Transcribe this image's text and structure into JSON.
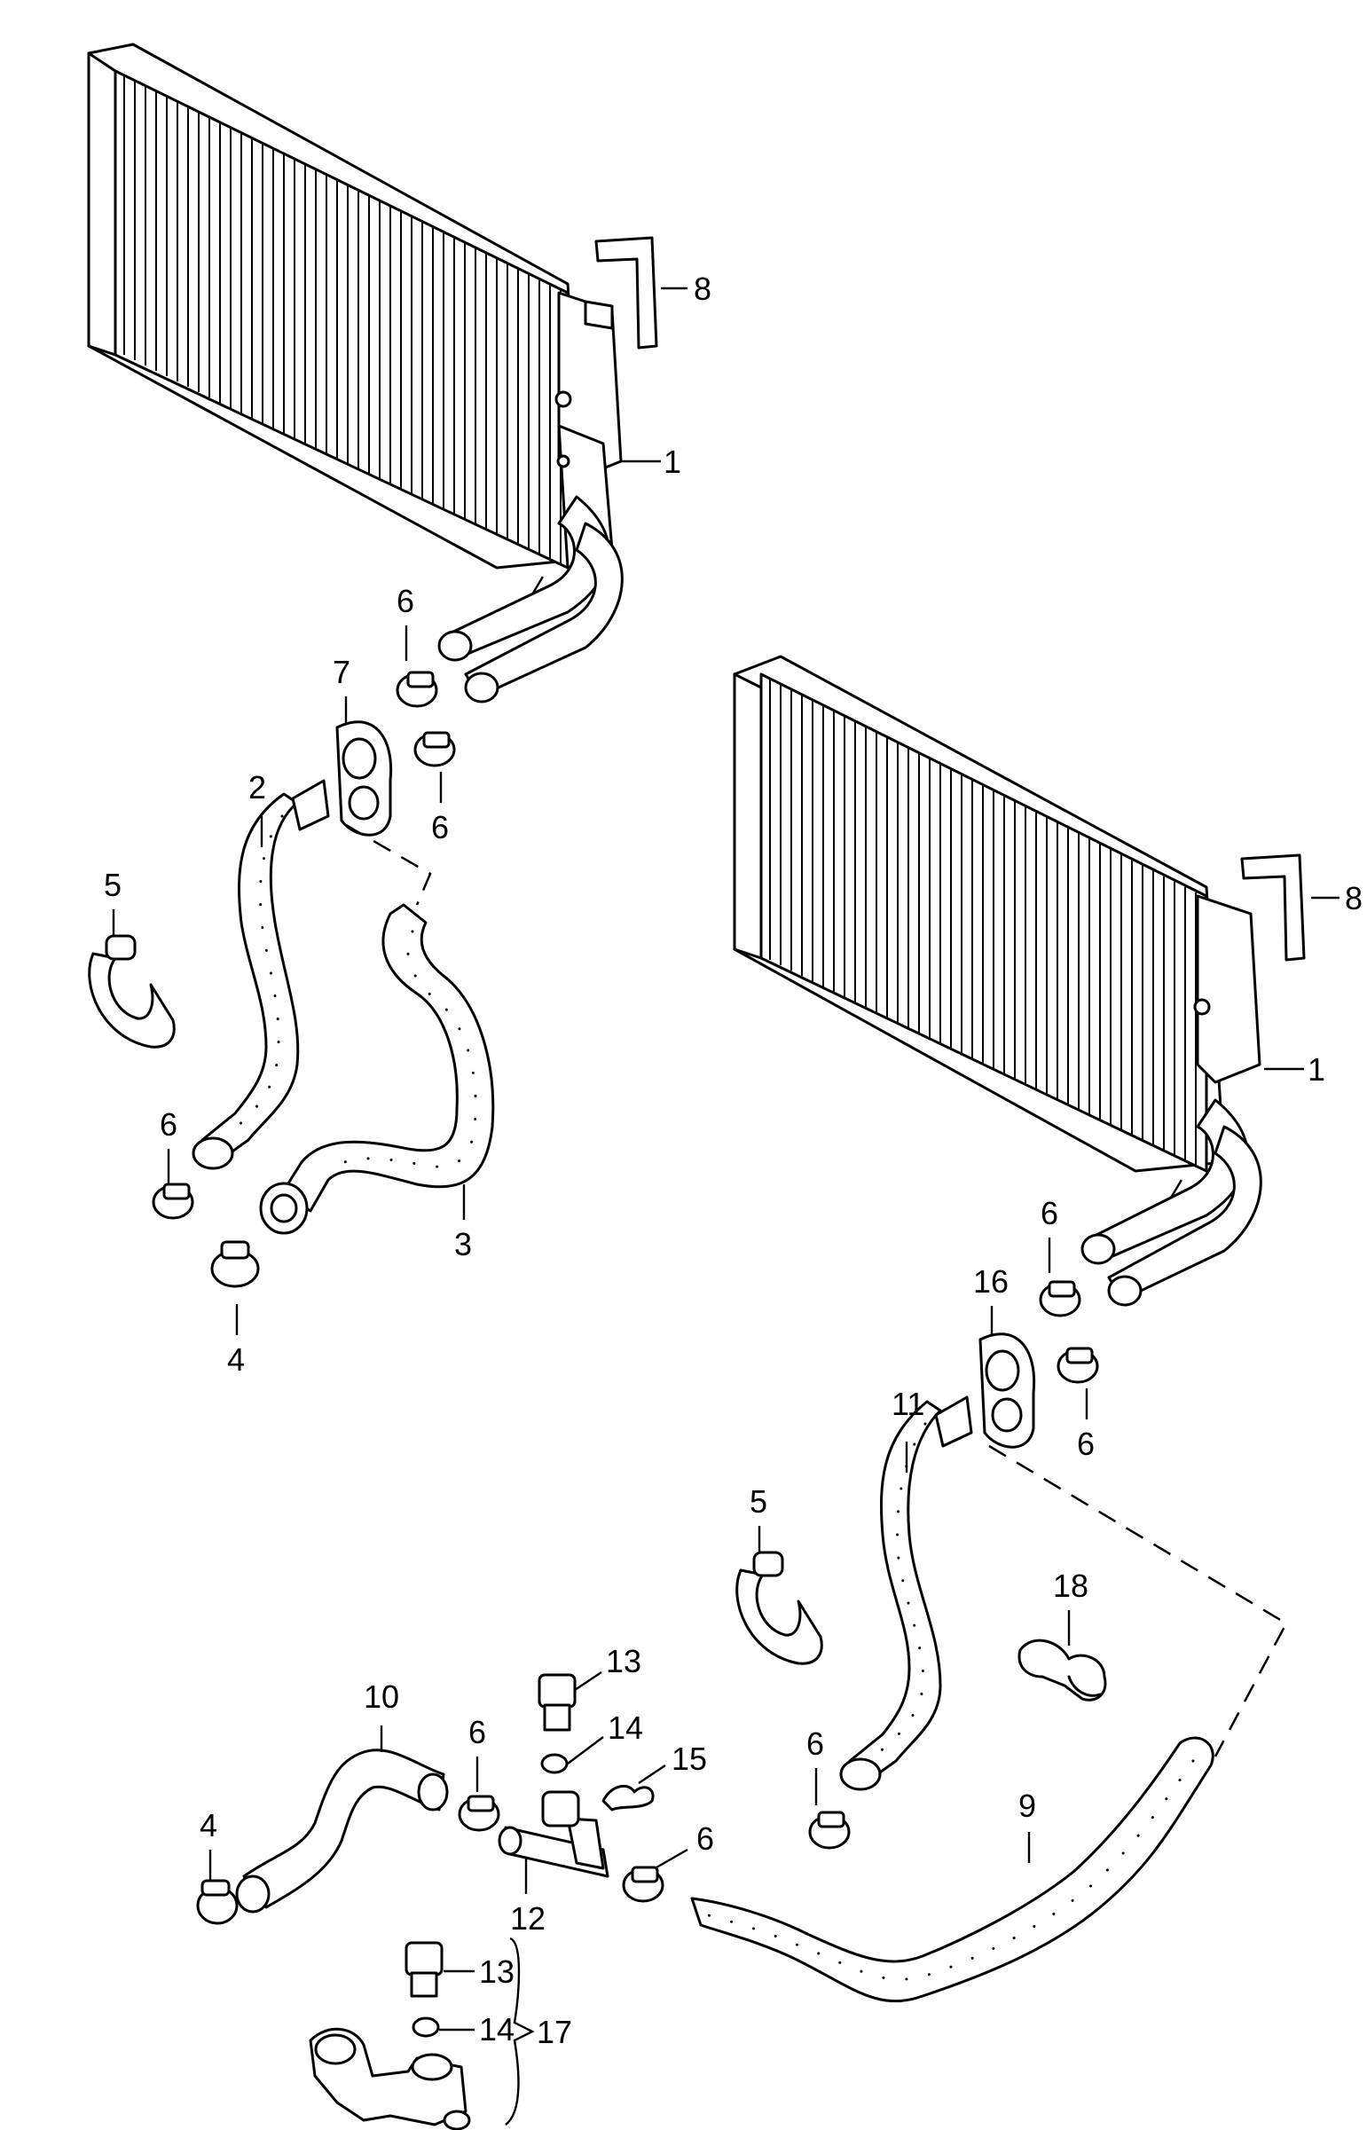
{
  "callouts": {
    "c1a": "1",
    "c1b": "1",
    "c2": "2",
    "c3": "3",
    "c4a": "4",
    "c4b": "4",
    "c5a": "5",
    "c5b": "5",
    "c6a": "6",
    "c6b": "6",
    "c6c": "6",
    "c6d": "6",
    "c6e": "6",
    "c6f": "6",
    "c6g": "6",
    "c6h": "6",
    "c7": "7",
    "c8a": "8",
    "c8b": "8",
    "c9": "9",
    "c10": "10",
    "c11": "11",
    "c12": "12",
    "c13a": "13",
    "c13b": "13",
    "c14a": "14",
    "c14b": "14",
    "c15": "15",
    "c16": "16",
    "c17": "17",
    "c18": "18"
  },
  "colors": {
    "line": "#000000",
    "background": "#ffffff"
  }
}
